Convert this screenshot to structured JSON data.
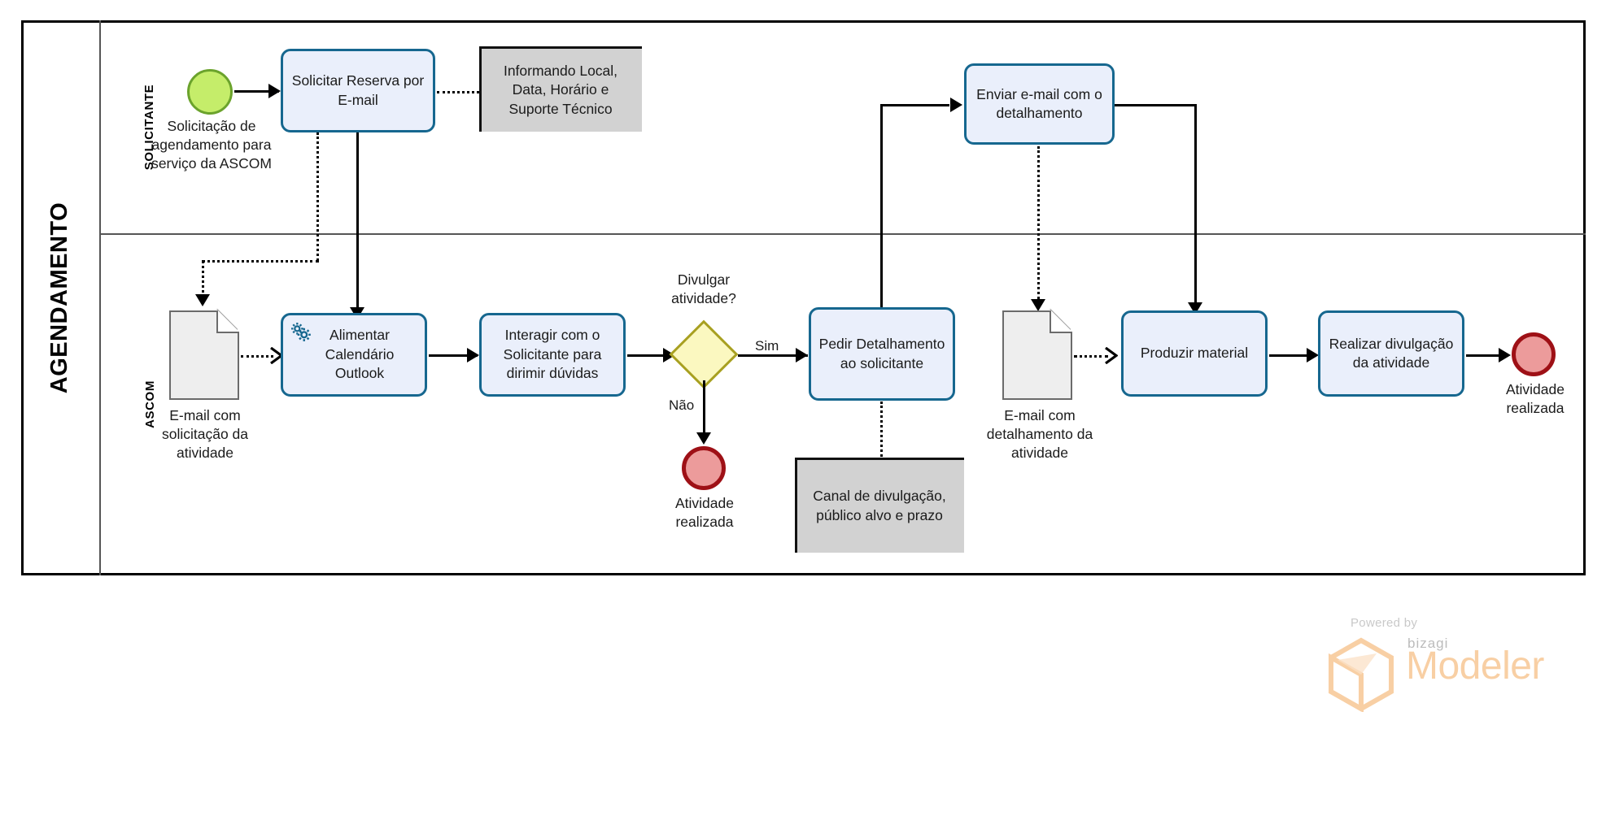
{
  "pool": {
    "title": "AGENDAMENTO",
    "lanes": [
      {
        "id": "solicitante",
        "label": "SOLICITANTE"
      },
      {
        "id": "ascom",
        "label": "ASCOM"
      }
    ]
  },
  "colors": {
    "task_fill": "#eaeffb",
    "task_stroke": "#16678f",
    "start_event_fill": "#c5ed6a",
    "start_event_stroke": "#6ba32c",
    "end_event_fill": "#ec9b9b",
    "end_event_stroke": "#9e1016",
    "gateway_fill": "#fbf8c0",
    "gateway_stroke": "#a8a021",
    "annotation_fill": "#d2d2d2",
    "data_object_fill": "#eeeeee",
    "data_object_stroke": "#6b6b6b",
    "pool_border": "#000000",
    "lane_divider": "#555555"
  },
  "elements": {
    "start_event": {
      "name": "start-event",
      "label": "Solicitação de agendamento para serviço da ASCOM"
    },
    "task_solicitar": {
      "name": "task-solicitar-reserva",
      "label": "Solicitar Reserva por E-mail"
    },
    "annotation_informando": {
      "name": "annotation-informando",
      "text": "Informando Local, Data, Horário e Suporte Técnico"
    },
    "task_enviar_email": {
      "name": "task-enviar-email",
      "label": "Enviar e-mail com o detalhamento"
    },
    "doc_email_solicitacao": {
      "name": "data-object-email-solicitacao",
      "label": "E-mail com solicitação da atividade"
    },
    "task_alimentar": {
      "name": "task-alimentar-calendario",
      "label": "Alimentar Calendário Outlook",
      "icon": "gear-icon",
      "type": "service-task"
    },
    "task_interagir": {
      "name": "task-interagir-solicitante",
      "label": "Interagir com o Solicitante para dirimir dúvidas"
    },
    "gateway_divulgar": {
      "name": "gateway-divulgar-atividade",
      "label": "Divulgar atividade?"
    },
    "flow_sim": {
      "name": "flow-label-sim",
      "label": "Sim"
    },
    "flow_nao": {
      "name": "flow-label-nao",
      "label": "Não"
    },
    "end_event_nao": {
      "name": "end-event-atividade-realizada-nao",
      "label": "Atividade realizada"
    },
    "task_pedir": {
      "name": "task-pedir-detalhamento",
      "label": "Pedir Detalhamento ao solicitante"
    },
    "annotation_canal": {
      "name": "annotation-canal-divulgacao",
      "text": "Canal de divulgação, público alvo e prazo"
    },
    "doc_email_detalhamento": {
      "name": "data-object-email-detalhamento",
      "label": "E-mail com detalhamento da atividade"
    },
    "task_produzir": {
      "name": "task-produzir-material",
      "label": "Produzir material"
    },
    "task_realizar": {
      "name": "task-realizar-divulgacao",
      "label": "Realizar divulgação da atividade"
    },
    "end_event_final": {
      "name": "end-event-atividade-realizada",
      "label": "Atividade realizada"
    }
  },
  "branding": {
    "powered_by": "Powered by",
    "brand": "bizagi",
    "product": "Modeler"
  }
}
